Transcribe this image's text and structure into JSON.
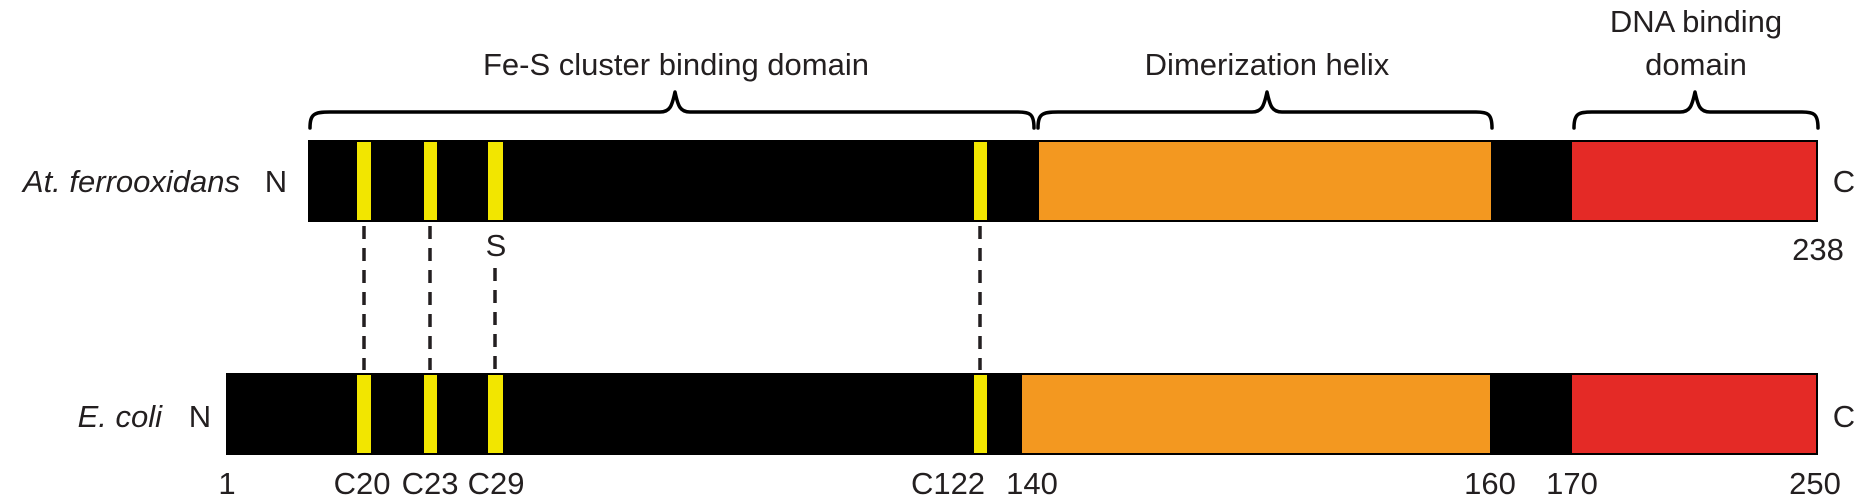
{
  "domains": {
    "fes_label": "Fe-S cluster binding domain",
    "dimer_label": "Dimerization helix",
    "dna_label_line1": "DNA binding",
    "dna_label_line2": "domain"
  },
  "proteins": [
    {
      "organism": "At. ferrooxidans",
      "n_term": "N",
      "c_term": "C",
      "end_number": "238",
      "substitution_label": "S"
    },
    {
      "organism": "E. coli",
      "n_term": "N",
      "c_term": "C",
      "start_number": "1",
      "residue_labels": [
        "C20",
        "C23",
        "C29",
        "C122"
      ],
      "position_labels": [
        "140",
        "160",
        "170",
        "250"
      ]
    }
  ],
  "colors": {
    "backbone": "#000000",
    "cysteine_marker": "#f2e600",
    "dimerization_helix": "#f39820",
    "dna_binding_domain": "#e42a26",
    "text": "#231f20"
  }
}
